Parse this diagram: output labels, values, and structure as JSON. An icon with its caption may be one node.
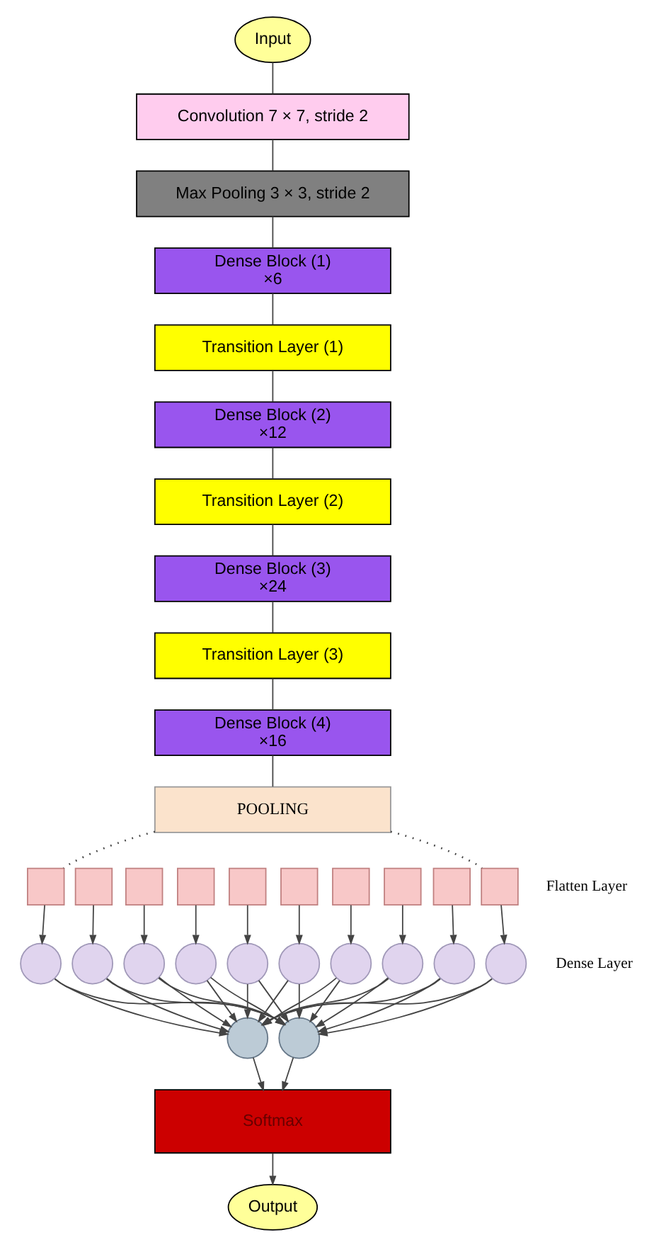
{
  "diagram": {
    "nodes": [
      {
        "text": [
          "Input"
        ]
      },
      {
        "text": [
          "Convolution 7 × 7, stride 2"
        ]
      },
      {
        "text": [
          "Max Pooling 3 × 3, stride 2"
        ]
      },
      {
        "text": [
          "Dense Block (1)",
          "×6"
        ]
      },
      {
        "text": [
          "Transition Layer (1)"
        ]
      },
      {
        "text": [
          "Dense Block (2)",
          "×12"
        ]
      },
      {
        "text": [
          "Transition Layer (2)"
        ]
      },
      {
        "text": [
          "Dense Block (3)",
          "×24"
        ]
      },
      {
        "text": [
          "Transition Layer (3)"
        ]
      },
      {
        "text": [
          "Dense Block (4)",
          "×16"
        ]
      },
      {
        "text": [
          "POOLING"
        ]
      },
      {
        "text": [],
        "shape": "box"
      },
      {
        "text": [],
        "shape": "box"
      },
      {
        "text": [],
        "shape": "box"
      },
      {
        "text": [],
        "shape": "box"
      },
      {
        "text": [],
        "shape": "box"
      },
      {
        "text": [],
        "shape": "box"
      },
      {
        "text": [],
        "shape": "box"
      },
      {
        "text": [],
        "shape": "box"
      },
      {
        "text": [],
        "shape": "box"
      },
      {
        "text": [],
        "shape": "box"
      },
      {
        "text": [],
        "shape": "circle"
      },
      {
        "text": [],
        "shape": "circle"
      },
      {
        "text": [],
        "shape": "circle"
      },
      {
        "text": [],
        "shape": "circle"
      },
      {
        "text": [],
        "shape": "circle"
      },
      {
        "text": [],
        "shape": "circle"
      },
      {
        "text": [],
        "shape": "circle"
      },
      {
        "text": [],
        "shape": "circle"
      },
      {
        "text": [],
        "shape": "circle"
      },
      {
        "text": [],
        "shape": "circle"
      },
      {
        "text": [],
        "shape": "circle"
      },
      {
        "text": [],
        "shape": "circle"
      },
      {
        "text": [
          "Softmax"
        ]
      },
      {
        "text": [
          "Output"
        ]
      }
    ],
    "edges": [
      {
        "from": 0,
        "to": 1,
        "arrow": "none"
      },
      {
        "from": 1,
        "to": 2,
        "arrow": "none"
      },
      {
        "from": 2,
        "to": 3,
        "arrow": "none"
      },
      {
        "from": 3,
        "to": 4,
        "arrow": "none"
      },
      {
        "from": 4,
        "to": 5,
        "arrow": "none"
      },
      {
        "from": 5,
        "to": 6,
        "arrow": "none"
      },
      {
        "from": 6,
        "to": 7,
        "arrow": "none"
      },
      {
        "from": 7,
        "to": 8,
        "arrow": "none"
      },
      {
        "from": 8,
        "to": 9,
        "arrow": "none"
      },
      {
        "from": 9,
        "to": 10,
        "arrow": "none"
      },
      {
        "from": 10,
        "to": 11,
        "arrow": "none",
        "style": "dashed"
      },
      {
        "from": 10,
        "to": 20,
        "arrow": "none",
        "style": "dashed"
      },
      {
        "from": 11,
        "to": 21,
        "arrow": "to"
      },
      {
        "from": 12,
        "to": 22,
        "arrow": "to"
      },
      {
        "from": 13,
        "to": 23,
        "arrow": "to"
      },
      {
        "from": 14,
        "to": 24,
        "arrow": "to"
      },
      {
        "from": 15,
        "to": 25,
        "arrow": "to"
      },
      {
        "from": 16,
        "to": 26,
        "arrow": "to"
      },
      {
        "from": 17,
        "to": 27,
        "arrow": "to"
      },
      {
        "from": 18,
        "to": 28,
        "arrow": "to"
      },
      {
        "from": 19,
        "to": 29,
        "arrow": "to"
      },
      {
        "from": 20,
        "to": 30,
        "arrow": "to"
      },
      {
        "from": 21,
        "to": 31,
        "arrow": "to"
      },
      {
        "from": 21,
        "to": 32,
        "arrow": "to"
      },
      {
        "from": 22,
        "to": 31,
        "arrow": "to"
      },
      {
        "from": 22,
        "to": 32,
        "arrow": "to"
      },
      {
        "from": 23,
        "to": 31,
        "arrow": "to"
      },
      {
        "from": 23,
        "to": 32,
        "arrow": "to"
      },
      {
        "from": 24,
        "to": 31,
        "arrow": "to"
      },
      {
        "from": 24,
        "to": 32,
        "arrow": "to"
      },
      {
        "from": 25,
        "to": 31,
        "arrow": "to"
      },
      {
        "from": 25,
        "to": 32,
        "arrow": "to"
      },
      {
        "from": 26,
        "to": 31,
        "arrow": "to"
      },
      {
        "from": 26,
        "to": 32,
        "arrow": "to"
      },
      {
        "from": 27,
        "to": 31,
        "arrow": "to"
      },
      {
        "from": 27,
        "to": 32,
        "arrow": "to"
      },
      {
        "from": 28,
        "to": 31,
        "arrow": "to"
      },
      {
        "from": 28,
        "to": 32,
        "arrow": "to"
      },
      {
        "from": 29,
        "to": 31,
        "arrow": "to"
      },
      {
        "from": 29,
        "to": 32,
        "arrow": "to"
      },
      {
        "from": 30,
        "to": 31,
        "arrow": "to"
      },
      {
        "from": 30,
        "to": 32,
        "arrow": "to"
      },
      {
        "from": 31,
        "to": 33,
        "arrow": "to"
      },
      {
        "from": 32,
        "to": 33,
        "arrow": "to"
      },
      {
        "from": 33,
        "to": 34,
        "arrow": "to"
      }
    ],
    "labels": [
      "Flatten Layer",
      "Dense Layer"
    ]
  }
}
